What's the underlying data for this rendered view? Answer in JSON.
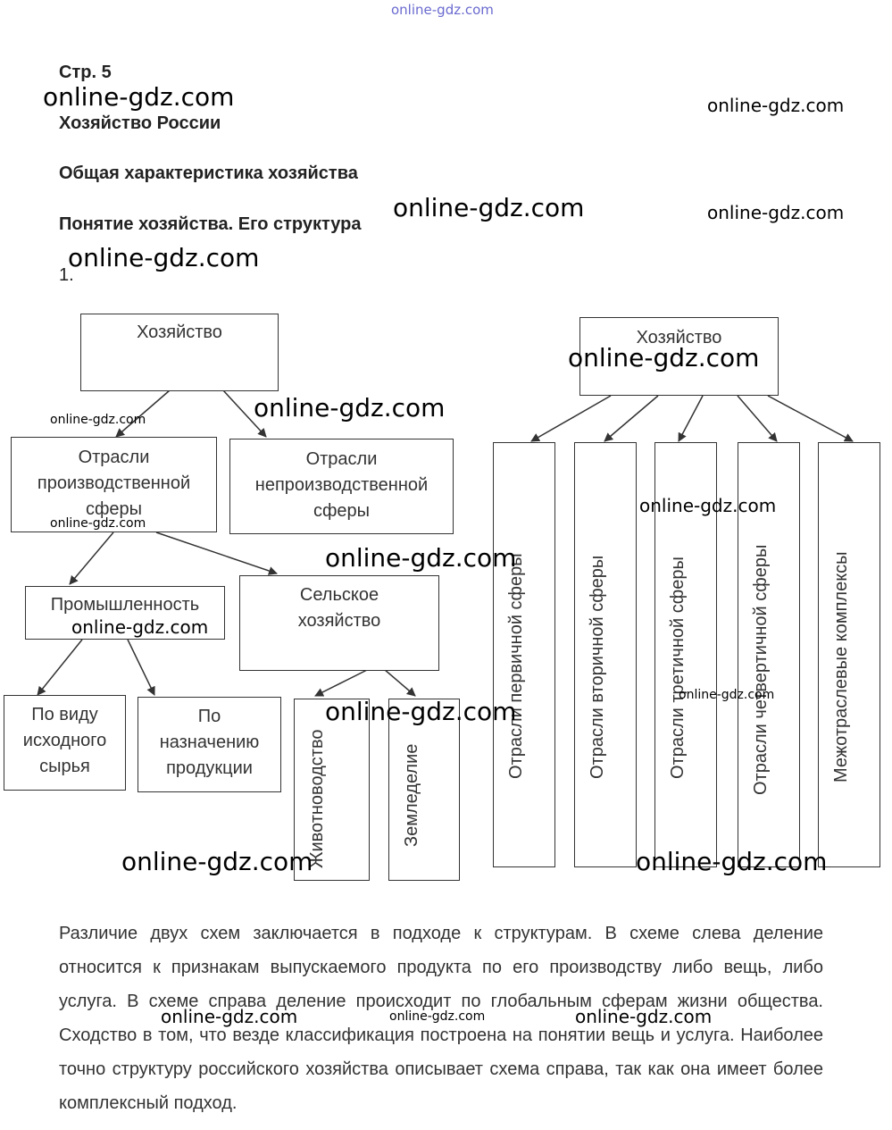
{
  "watermark": "online-gdz.com",
  "header": {
    "page": "Стр. 5",
    "title": "Хозяйство России",
    "section": "Общая характеристика хозяйства",
    "subsection": "Понятие хозяйства. Его структура",
    "item_number": "1."
  },
  "left_scheme": {
    "root": "Хозяйство",
    "production_sphere": [
      "Отрасли",
      "производственной",
      "сферы"
    ],
    "nonproduction_sphere": [
      "Отрасли",
      "непроизводственной",
      "сферы"
    ],
    "industry": "Промышленность",
    "agriculture": [
      "Сельское",
      "хозяйство"
    ],
    "by_raw_material": [
      "По виду",
      "исходного",
      "сырья"
    ],
    "by_purpose": [
      "По",
      "назначению",
      "продукции"
    ],
    "livestock": "Животноводство",
    "farming": "Земледелие"
  },
  "right_scheme": {
    "root": "Хозяйство",
    "branches": [
      "Отрасли первичной сферы",
      "Отрасли вторичной сферы",
      "Отрасли третичной сферы",
      "Отрасли четвертичной сферы",
      "Межотраслевые комплексы"
    ]
  },
  "paragraph": "Различие двух схем заключается в подходе к структурам. В схеме слева деление относится к признакам выпускаемого продукта по его производству либо вещь, либо услуга. В схеме справа деление происходит по глобальным сферам жизни общества. Сходство в том, что везде классификация построена на понятии вещь и услуга. Наиболее точно структуру российского хозяйства описывает схема справа, так как она имеет более комплексный подход."
}
